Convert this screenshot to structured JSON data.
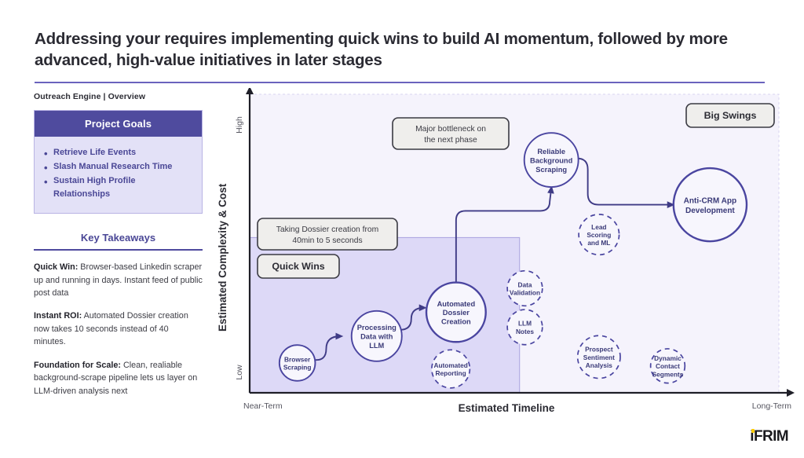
{
  "slide": {
    "title": "Addressing your requires implementing quick wins to build AI momentum, followed by more advanced, high-value initiatives in later stages",
    "eyebrow": "Outreach Engine | Overview",
    "accent_color": "#4f4b9e",
    "logo_text": "iFRIM",
    "logo_dot_color": "#ffcc00"
  },
  "goals": {
    "header": "Project Goals",
    "items": [
      "Retrieve Life Events",
      "Slash Manual Research Time",
      "Sustain High Profile",
      "Relationships"
    ]
  },
  "takeaways": {
    "title": "Key Takeaways",
    "items": [
      {
        "label": "Quick Win:",
        "text": " Browser-based Linkedin scraper up and running in days. Instant feed of public post data"
      },
      {
        "label": "Instant ROI:",
        "text": " Automated Dossier creation now takes 10 seconds instead of 40 minutes."
      },
      {
        "label": "Foundation for Scale:",
        "text": " Clean, realiable background-scrape pipeline lets us layer on LLM-driven analysis next"
      }
    ]
  },
  "chart_data": {
    "type": "scatter",
    "title": "",
    "xlabel": "Estimated Timeline",
    "ylabel": "Estimated Complexity & Cost",
    "x_tick_labels": [
      "Near-Term",
      "Long-Term"
    ],
    "y_tick_labels": [
      "Low",
      "High"
    ],
    "xlim": [
      0,
      100
    ],
    "ylim": [
      0,
      100
    ],
    "grid": false,
    "zones": [
      {
        "id": "quick-wins",
        "label": "Quick Wins",
        "x_range": [
          0,
          51
        ],
        "y_range": [
          0,
          52
        ],
        "fill": "#ddd9f7"
      },
      {
        "id": "big-swings",
        "label": "Big Swings",
        "x_range": [
          51,
          100
        ],
        "y_range": [
          52,
          100
        ],
        "fill": "#f5f3fc"
      }
    ],
    "bubbles": [
      {
        "id": "browser-scraping",
        "label": "Browser Scraping",
        "x": 9,
        "y": 10,
        "r": 4.7,
        "style": "solid",
        "emphasis": "normal"
      },
      {
        "id": "processing-data-with-llm",
        "label": "Processing Data with LLM",
        "x": 24,
        "y": 19,
        "r": 6.6,
        "style": "solid",
        "emphasis": "normal"
      },
      {
        "id": "automated-dossier-creation",
        "label": "Automated Dossier Creation",
        "x": 39,
        "y": 27,
        "r": 7.8,
        "style": "solid",
        "emphasis": "strong"
      },
      {
        "id": "automated-reporting",
        "label": "Automated Reporting",
        "x": 38,
        "y": 8,
        "r": 5.0,
        "style": "dashed",
        "emphasis": "normal"
      },
      {
        "id": "data-validation",
        "label": "Data Validation",
        "x": 52,
        "y": 35,
        "r": 4.6,
        "style": "dashed",
        "emphasis": "normal"
      },
      {
        "id": "llm-notes",
        "label": "LLM Notes",
        "x": 52,
        "y": 22,
        "r": 4.6,
        "style": "dashed",
        "emphasis": "normal"
      },
      {
        "id": "reliable-background-scraping",
        "label": "Reliable Background Scraping",
        "x": 57,
        "y": 78,
        "r": 7.1,
        "style": "solid",
        "emphasis": "normal"
      },
      {
        "id": "lead-scoring-and-ml",
        "label": "Lead Scoring and ML",
        "x": 66,
        "y": 53,
        "r": 5.3,
        "style": "dashed",
        "emphasis": "normal"
      },
      {
        "id": "prospect-sentiment-analysis",
        "label": "Prospect Sentiment Analysis",
        "x": 66,
        "y": 12,
        "r": 5.6,
        "style": "dashed",
        "emphasis": "normal"
      },
      {
        "id": "dynamic-contact-segments",
        "label": "Dynamic Contact Segments",
        "x": 79,
        "y": 9,
        "r": 4.5,
        "style": "dashed",
        "emphasis": "normal"
      },
      {
        "id": "anti-crm-app-development",
        "label": "Anti-CRM App Development",
        "x": 87,
        "y": 63,
        "r": 9.6,
        "style": "solid",
        "emphasis": "strong"
      }
    ],
    "connections": [
      {
        "from": "browser-scraping",
        "to": "processing-data-with-llm"
      },
      {
        "from": "processing-data-with-llm",
        "to": "automated-dossier-creation"
      },
      {
        "from": "automated-dossier-creation",
        "to": "reliable-background-scraping"
      },
      {
        "from": "reliable-background-scraping",
        "to": "anti-crm-app-development"
      }
    ],
    "callouts": [
      {
        "id": "bottleneck-callout",
        "text_lines": [
          "Major bottleneck on",
          "the next phase"
        ]
      },
      {
        "id": "dossier-callout",
        "text_lines": [
          "Taking Dossier creation from",
          "40min to 5 seconds"
        ]
      }
    ]
  }
}
